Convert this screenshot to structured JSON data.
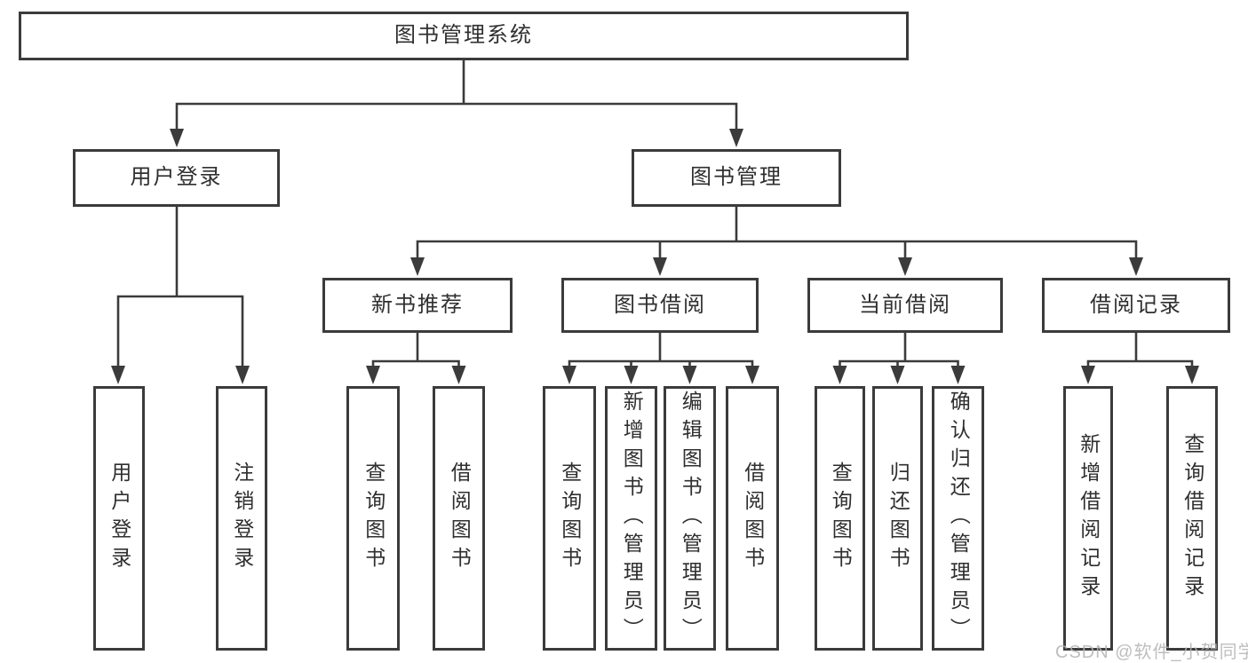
{
  "tree": {
    "label": "图书管理系统",
    "children": [
      {
        "label": "用户登录",
        "children": [
          {
            "label": "用户登录"
          },
          {
            "label": "注销登录"
          }
        ]
      },
      {
        "label": "图书管理",
        "children": [
          {
            "label": "新书推荐",
            "children": [
              {
                "label": "查询图书"
              },
              {
                "label": "借阅图书"
              }
            ]
          },
          {
            "label": "图书借阅",
            "children": [
              {
                "label": "查询图书"
              },
              {
                "label": "新增图书（管理员）"
              },
              {
                "label": "编辑图书（管理员）"
              },
              {
                "label": "借阅图书"
              }
            ]
          },
          {
            "label": "当前借阅",
            "children": [
              {
                "label": "查询图书"
              },
              {
                "label": "归还图书"
              },
              {
                "label": "确认归还（管理员）"
              }
            ]
          },
          {
            "label": "借阅记录",
            "children": [
              {
                "label": "新增借阅记录"
              },
              {
                "label": "查询借阅记录"
              }
            ]
          }
        ]
      }
    ]
  },
  "watermark": "CSDN @软件_小贺同学",
  "colors": {
    "line": "#3b3b3b",
    "text": "#2f2f2f",
    "box_background": "#ffffff",
    "watermark": "#b3b3b3",
    "page_background": "#ffffff"
  }
}
